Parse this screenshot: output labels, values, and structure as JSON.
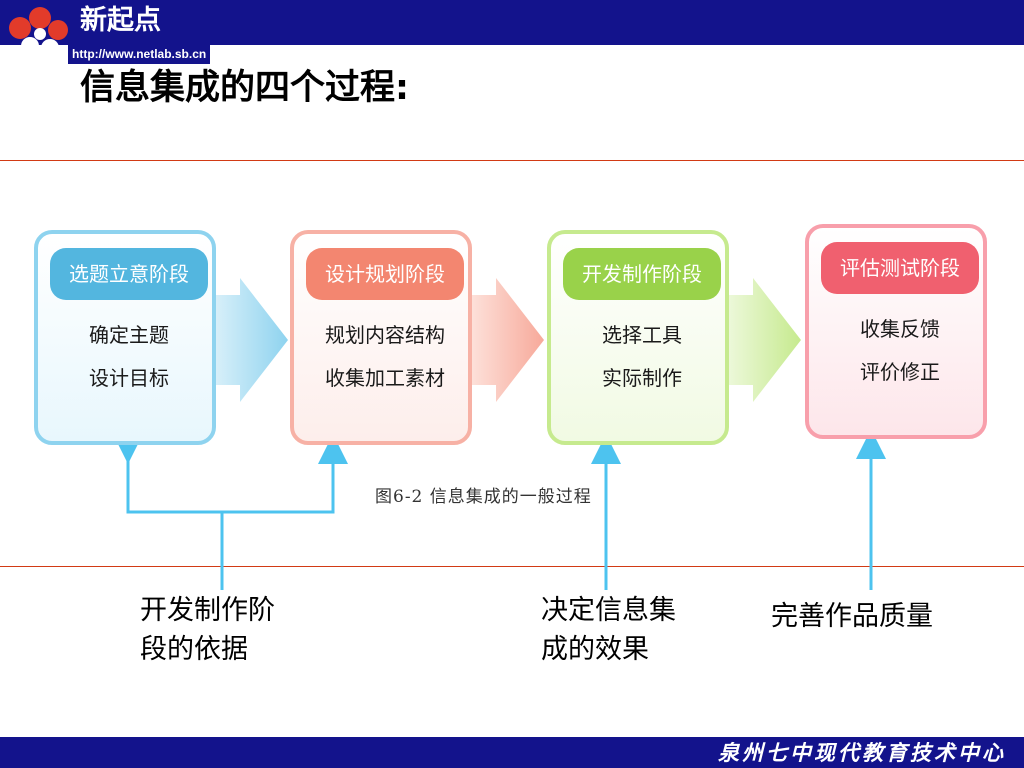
{
  "header": {
    "logo_text": "新起点",
    "logo_url": "http://www.netlab.sb.cn"
  },
  "title": "信息集成的四个过程:",
  "stages": [
    {
      "name": "选题立意阶段",
      "lines": [
        "确定主题",
        "设计目标"
      ]
    },
    {
      "name": "设计规划阶段",
      "lines": [
        "规划内容结构",
        "收集加工素材"
      ]
    },
    {
      "name": "开发制作阶段",
      "lines": [
        "选择工具",
        "实际制作"
      ]
    },
    {
      "name": "评估测试阶段",
      "lines": [
        "收集反馈",
        "评价修正"
      ]
    }
  ],
  "figure_caption": "图6-2  信息集成的一般过程",
  "annotations": [
    {
      "lines": [
        "开发制作阶",
        "段的依据"
      ]
    },
    {
      "lines": [
        "决定信息集",
        "成的效果"
      ]
    },
    {
      "lines": [
        "完善作品质量"
      ]
    }
  ],
  "footer": "泉州七中现代教育技术中心",
  "colors": {
    "banner": "#13138c",
    "rule": "#d23a14",
    "connector": "#4dc3ef",
    "stage1": "#53b6df",
    "stage2": "#f38670",
    "stage3": "#99d24a",
    "stage4": "#f0606f"
  }
}
